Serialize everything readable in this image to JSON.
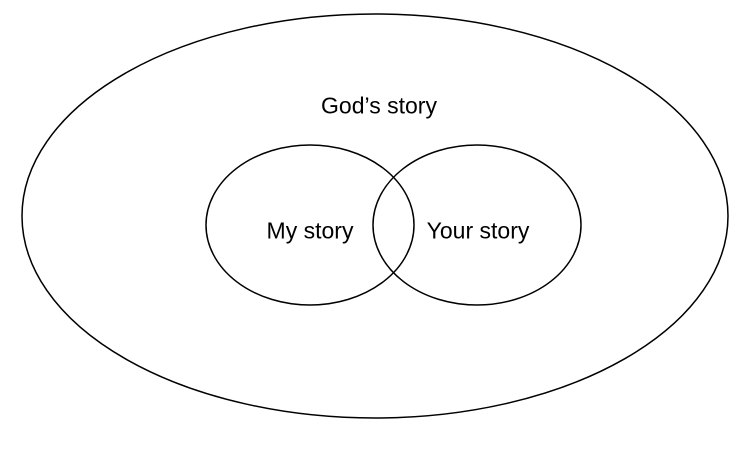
{
  "outer_label": "God’s story",
  "left_label": "My story",
  "right_label": "Your story"
}
